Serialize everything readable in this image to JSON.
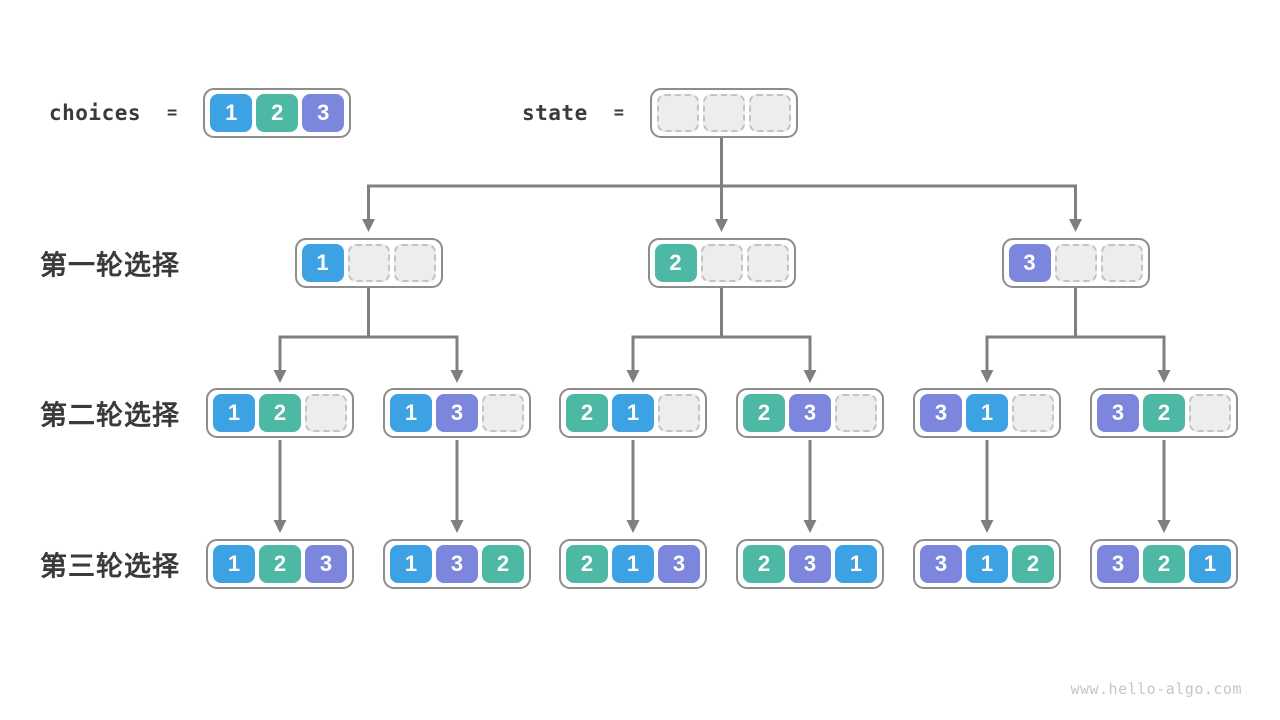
{
  "expressions": {
    "choices": {
      "label": "choices",
      "equals": "=",
      "cells": [
        "1",
        "2",
        "3"
      ]
    },
    "state": {
      "label": "state",
      "equals": "=",
      "cells": [
        "",
        "",
        ""
      ]
    }
  },
  "rounds": [
    {
      "label": "第一轮选择",
      "nodes": [
        [
          "1",
          "",
          ""
        ],
        [
          "2",
          "",
          ""
        ],
        [
          "3",
          "",
          ""
        ]
      ]
    },
    {
      "label": "第二轮选择",
      "nodes": [
        [
          "1",
          "2",
          ""
        ],
        [
          "1",
          "3",
          ""
        ],
        [
          "2",
          "1",
          ""
        ],
        [
          "2",
          "3",
          ""
        ],
        [
          "3",
          "1",
          ""
        ],
        [
          "3",
          "2",
          ""
        ]
      ]
    },
    {
      "label": "第三轮选择",
      "nodes": [
        [
          "1",
          "2",
          "3"
        ],
        [
          "1",
          "3",
          "2"
        ],
        [
          "2",
          "1",
          "3"
        ],
        [
          "2",
          "3",
          "1"
        ],
        [
          "3",
          "1",
          "2"
        ],
        [
          "3",
          "2",
          "1"
        ]
      ]
    }
  ],
  "palette": {
    "1": "#3da2e4",
    "2": "#4db8a4",
    "3": "#7b86dc",
    "empty_fill": "#ededed",
    "empty_border": "#c3c3c3",
    "box_border": "#8d8d8d",
    "arrow": "#7f7f7f",
    "text": "#3a3a3a",
    "watermark_color": "#c6c6c6"
  },
  "watermark": "www.hello-algo.com"
}
